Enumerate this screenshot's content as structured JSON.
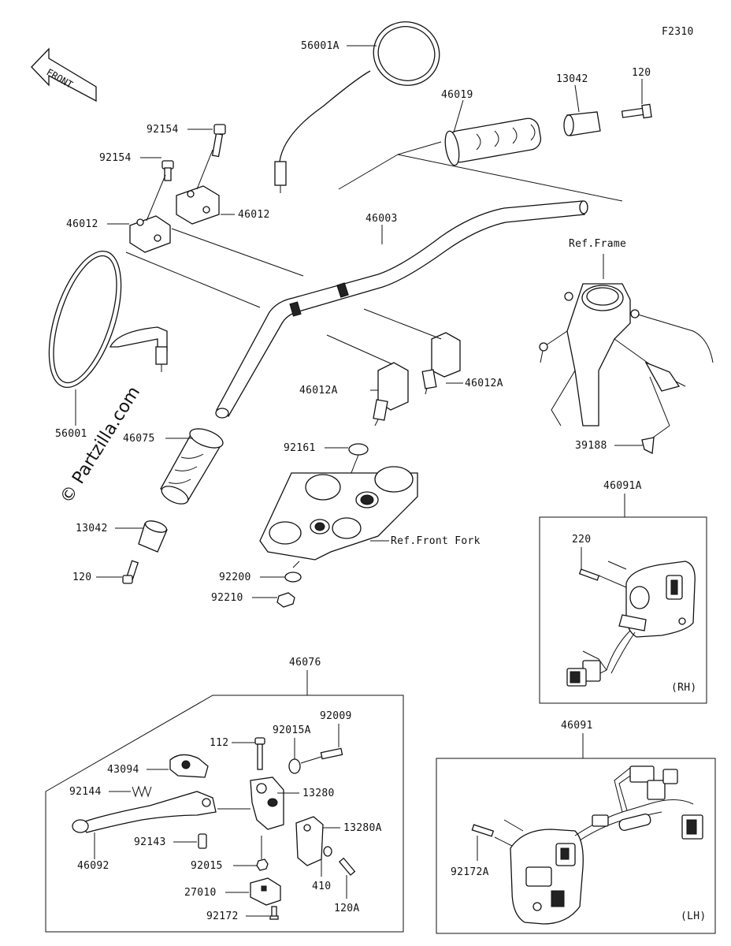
{
  "figure_code": "F2310",
  "front_arrow": "FRONT",
  "watermark": "© Partzilla.com",
  "parts": {
    "p56001A": "56001A",
    "p46019": "46019",
    "p13042_top": "13042",
    "p120_top": "120",
    "p92154_a": "92154",
    "p92154_b": "92154",
    "p46012_a": "46012",
    "p46012_b": "46012",
    "p46003": "46003",
    "ref_frame": "Ref.Frame",
    "p56001": "56001",
    "p46075": "46075",
    "p46012A_left": "46012A",
    "p46012A_right": "46012A",
    "p92161": "92161",
    "ref_front_fork": "Ref.Front Fork",
    "p13042_bottom": "13042",
    "p120_bottom": "120",
    "p92200": "92200",
    "p92210": "92210",
    "p39188": "39188",
    "p46091A": "46091A",
    "p220": "220",
    "rh": "(RH)",
    "p46076": "46076",
    "p112": "112",
    "p92015A": "92015A",
    "p92009": "92009",
    "p43094": "43094",
    "p92144": "92144",
    "p13280": "13280",
    "p13280A": "13280A",
    "p92143": "92143",
    "p46092": "46092",
    "p92015": "92015",
    "p410": "410",
    "p120A": "120A",
    "p27010": "27010",
    "p92172": "92172",
    "p46091": "46091",
    "p92172A": "92172A",
    "lh": "(LH)"
  }
}
